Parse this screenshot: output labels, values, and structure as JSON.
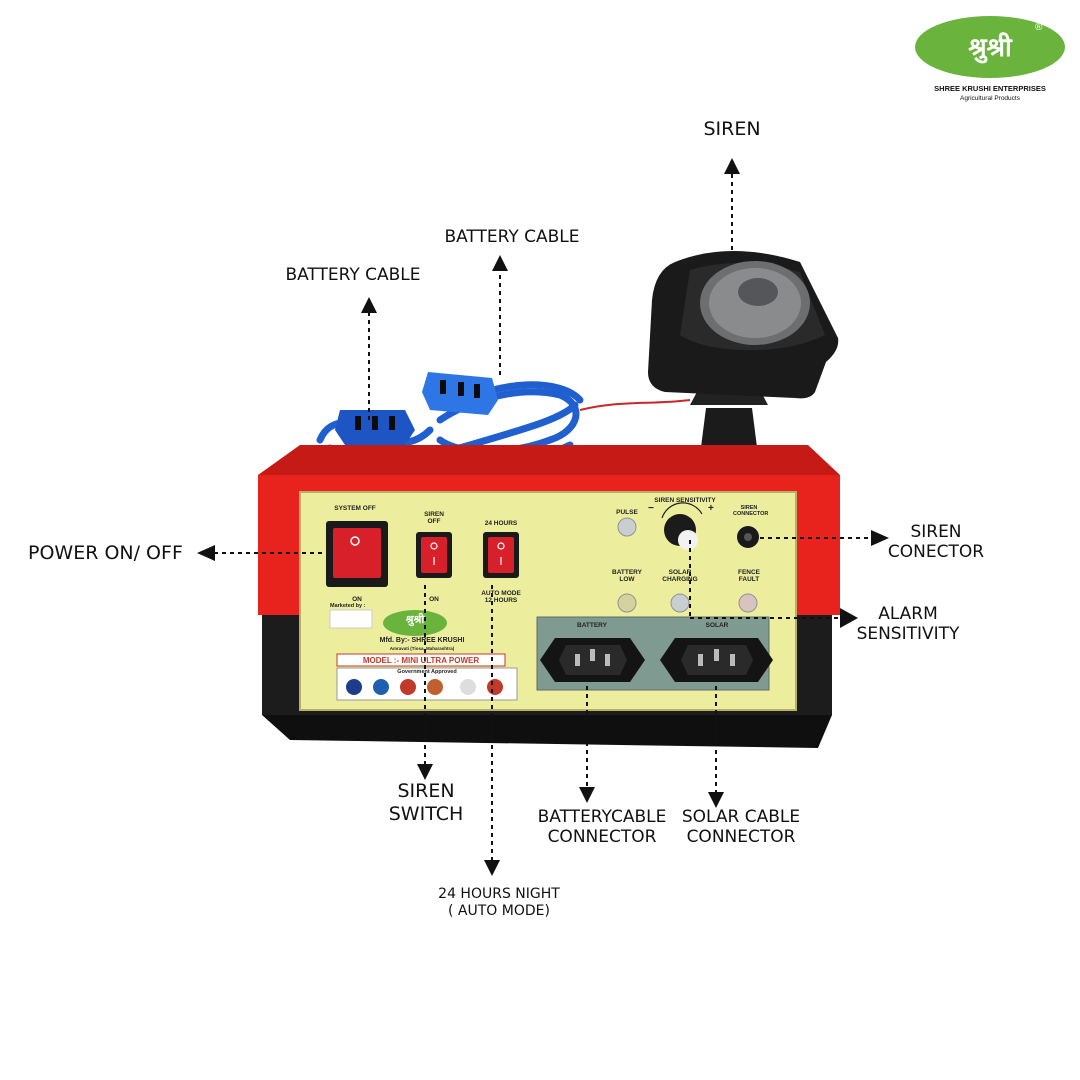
{
  "brand": {
    "logo_text": "श्रुश्री",
    "company": "SHREE KRUSHI ENTERPRISES",
    "tagline": "Agricultural Products",
    "registered": "®"
  },
  "callouts": {
    "siren": "SIREN",
    "battery_cable_left": "BATTERY CABLE",
    "battery_cable_right": "BATTERY CABLE",
    "power": "POWER ON/ OFF",
    "siren_connector_1": "SIREN",
    "siren_connector_2": "CONECTOR",
    "alarm_1": "ALARM",
    "alarm_2": "SENSITIVITY",
    "siren_switch_1": "SIREN",
    "siren_switch_2": "SWITCH",
    "battery_connector_1": "BATTERYCABLE",
    "battery_connector_2": "CONNECTOR",
    "solar_connector_1": "SOLAR CABLE",
    "solar_connector_2": "CONNECTOR",
    "auto_mode_1": "24 HOURS NIGHT",
    "auto_mode_2": "( AUTO MODE)"
  },
  "panel": {
    "system_off": "SYSTEM OFF",
    "on_left": "ON",
    "siren_off": "SIREN OFF",
    "on_mid": "ON",
    "hours_24": "24 HOURS",
    "auto_mode": "AUTO MODE 12 HOURS",
    "pulse": "PULSE",
    "siren_sensitivity": "SIREN SENSITIVITY",
    "minus": "−",
    "plus": "+",
    "siren_connector": "SIREN CONNECTOR",
    "battery_low": "BATTERY LOW",
    "solar_charging": "SOLAR CHARGING",
    "fence_fault": "FENCE FAULT",
    "marketed_by": "Marketed by :",
    "mfd_by": "Mfd. By:- SHREE KRUSHI",
    "address": "Amravati (Tiosa, Maharashtra)",
    "model": "MODEL :- MINI ULTRA POWER",
    "govt": "Government Approved",
    "battery_socket": "BATTERY",
    "solar_socket": "SOLAR"
  },
  "colors": {
    "case_red": "#e8231e",
    "case_black": "#1c1c1c",
    "panel_yellow": "#ecee9e",
    "cable_blue": "#1f5fd0",
    "logo_green": "#6ab43e",
    "socket_panel": "#7f9a90"
  }
}
